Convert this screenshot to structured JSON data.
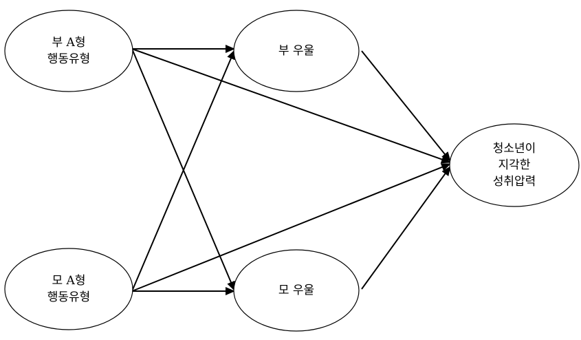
{
  "nodes": [
    {
      "id": "father_type_a",
      "lines": [
        "부 A형",
        "행동유형"
      ]
    },
    {
      "id": "mother_type_a",
      "lines": [
        "모 A형",
        "행동유형"
      ]
    },
    {
      "id": "father_depression",
      "lines": [
        "부 우울"
      ]
    },
    {
      "id": "mother_depression",
      "lines": [
        "모 우울"
      ]
    },
    {
      "id": "perceived_pressure",
      "lines": [
        "청소년이",
        "지각한",
        "성취압력"
      ]
    }
  ],
  "edges": [
    {
      "from": "father_type_a",
      "to": "father_depression"
    },
    {
      "from": "father_type_a",
      "to": "perceived_pressure"
    },
    {
      "from": "father_type_a",
      "to": "mother_depression"
    },
    {
      "from": "mother_type_a",
      "to": "father_depression"
    },
    {
      "from": "mother_type_a",
      "to": "perceived_pressure"
    },
    {
      "from": "mother_type_a",
      "to": "mother_depression"
    },
    {
      "from": "father_depression",
      "to": "perceived_pressure"
    },
    {
      "from": "mother_depression",
      "to": "perceived_pressure"
    }
  ]
}
